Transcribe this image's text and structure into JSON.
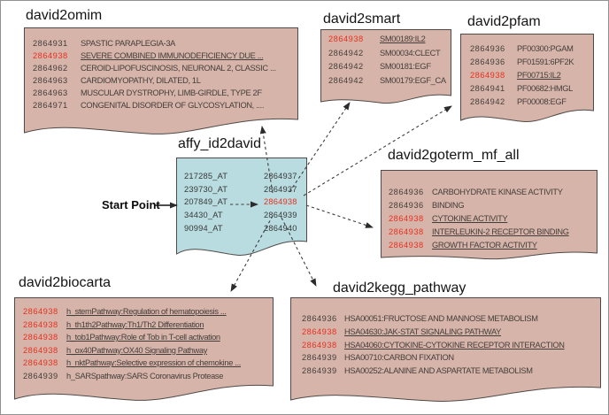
{
  "colors": {
    "panel_bg": "#d6b4a9",
    "panel_border": "#4f4a47",
    "blue_bg": "#b8dce0",
    "red": "#e8301f",
    "text": "#443e3b",
    "title": "#141414",
    "arrow": "#3d3d3d"
  },
  "start_point_label": "Start Point",
  "center_table": {
    "title": "affy_id2david",
    "rows": [
      {
        "affy": "217285_AT",
        "david": "2864937",
        "highlight": false
      },
      {
        "affy": "239730_AT",
        "david": "2864937",
        "highlight": false
      },
      {
        "affy": "207849_AT",
        "david": "2864938",
        "highlight": true
      },
      {
        "affy": "34430_AT",
        "david": "2864939",
        "highlight": false
      },
      {
        "affy": "90994_AT",
        "david": "2864940",
        "highlight": false
      }
    ]
  },
  "tables": [
    {
      "key": "omim",
      "title": "david2omim",
      "rows": [
        {
          "id": "2864931",
          "value": "SPASTIC PARAPLEGIA-3A",
          "highlight": false
        },
        {
          "id": "2864938",
          "value": "SEVERE COMBINED IMMUNODEFICIENCY DUE ...",
          "highlight": true
        },
        {
          "id": "2864962",
          "value": "CEROID-LIPOFUSCINOSIS, NEURONAL 2, CLASSIC ...",
          "highlight": false
        },
        {
          "id": "2864963",
          "value": "CARDIOMYOPATHY, DILATED, 1L",
          "highlight": false
        },
        {
          "id": "2864963",
          "value": "MUSCULAR DYSTROPHY, LIMB-GIRDLE, TYPE 2F",
          "highlight": false
        },
        {
          "id": "2864971",
          "value": "CONGENITAL DISORDER OF GLYCOSYLATION, ....",
          "highlight": false
        }
      ]
    },
    {
      "key": "smart",
      "title": "david2smart",
      "rows": [
        {
          "id": "2864938",
          "value": "SM00189:IL2",
          "highlight": true
        },
        {
          "id": "2864942",
          "value": "SM00034:CLECT",
          "highlight": false
        },
        {
          "id": "2864942",
          "value": "SM00181:EGF",
          "highlight": false
        },
        {
          "id": "2864942",
          "value": "SM00179:EGF_CA",
          "highlight": false
        }
      ]
    },
    {
      "key": "pfam",
      "title": "david2pfam",
      "rows": [
        {
          "id": "2864936",
          "value": "PF00300:PGAM",
          "highlight": false
        },
        {
          "id": "2864936",
          "value": "PF01591:6PF2K",
          "highlight": false
        },
        {
          "id": "2864938",
          "value": "PF00715:IL2",
          "highlight": true
        },
        {
          "id": "2864941",
          "value": "PF00682:HMGL",
          "highlight": false
        },
        {
          "id": "2864942",
          "value": "PF00008:EGF",
          "highlight": false
        }
      ]
    },
    {
      "key": "goterm",
      "title": "david2goterm_mf_all",
      "rows": [
        {
          "id": "2864936",
          "value": "CARBOHYDRATE KINASE ACTIVITY",
          "highlight": false
        },
        {
          "id": "2864936",
          "value": "BINDING",
          "highlight": false
        },
        {
          "id": "2864938",
          "value": "CYTOKINE ACTIVITY",
          "highlight": true
        },
        {
          "id": "2864938",
          "value": "INTERLEUKIN-2 RECEPTOR BINDING",
          "highlight": true
        },
        {
          "id": "2864938",
          "value": "GROWTH FACTOR ACTIVITY",
          "highlight": true
        }
      ]
    },
    {
      "key": "biocarta",
      "title": "david2biocarta",
      "rows": [
        {
          "id": "2864938",
          "value": "h_stemPathway:Regulation of hematopoiesis ...",
          "highlight": true
        },
        {
          "id": "2864938",
          "value": "h_th1th2Pathway:Th1/Th2 Differentiation",
          "highlight": true
        },
        {
          "id": "2864938",
          "value": "h_tob1Pathway:Role of Tob in T-cell activation",
          "highlight": true
        },
        {
          "id": "2864938",
          "value": "h_ox40Pathway:OX40 Signaling Pathway",
          "highlight": true
        },
        {
          "id": "2864938",
          "value": "h_nktPathway:Selective expression of chemokine ...",
          "highlight": true
        },
        {
          "id": "2864939",
          "value": "h_SARSpathway:SARS Coronavirus Protease",
          "highlight": false
        }
      ]
    },
    {
      "key": "kegg",
      "title": "david2kegg_pathway",
      "rows": [
        {
          "id": "2864936",
          "value": "HSA00051:FRUCTOSE AND MANNOSE METABOLISM",
          "highlight": false
        },
        {
          "id": "2864938",
          "value": "HSA04630:JAK-STAT SIGNALING PATHWAY",
          "highlight": true
        },
        {
          "id": "2864938",
          "value": "HSA04060:CYTOKINE-CYTOKINE RECEPTOR INTERACTION",
          "highlight": true
        },
        {
          "id": "2864939",
          "value": "HSA00710:CARBON FIXATION",
          "highlight": false
        },
        {
          "id": "2864939",
          "value": "HSA00252:ALANINE AND ASPARTATE METABOLISM",
          "highlight": false
        }
      ]
    }
  ]
}
